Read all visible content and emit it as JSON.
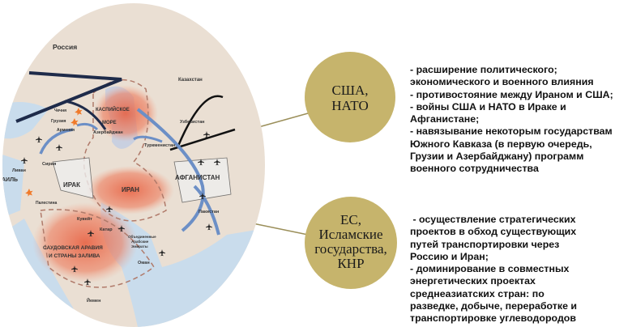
{
  "map": {
    "labels": {
      "russia": "Россия",
      "kazakhstan": "Казахстан",
      "caspian1": "КАСПИЙСКОЕ",
      "caspian2": "МОРЕ",
      "chechnya": "Чечня",
      "georgia": "Грузия",
      "armenia": "Армения",
      "azerbaijan": "Азербайджан",
      "uzbekistan": "Узбекистан",
      "turkmenistan": "Туркменистан",
      "syria": "Сирия",
      "lebanon": "Ливан",
      "israel": "АИЛЬ",
      "palestine": "Палестина",
      "iraq": "ИРАК",
      "iran": "ИРАН",
      "afghanistan": "АФГАНИСТАН",
      "pakistan": "Пакистан",
      "kuwait": "Кувейт",
      "qatar": "Катар",
      "uae1": "Объединенные",
      "uae2": "Арабские",
      "uae3": "Эмираты",
      "saudi1": "САУДОВСКАЯ АРАВИЯ",
      "saudi2": "И СТРАНЫ ЗАЛИВА",
      "oman": "Оман",
      "yemen": "Йемен"
    }
  },
  "actors": [
    {
      "name_line1": "США,",
      "name_line2": "НАТО",
      "name_line3": "",
      "name_line4": "",
      "points": [
        "- расширение политического;",
        "экономического и военного влияния",
        "- противостояние между Ираном и США;",
        "- войны США и НАТО в Ираке и",
        "Афганистане;",
        "- навязывание некоторым государствам",
        "Южного Кавказа (в первую очередь,",
        "Грузии и Азербайджану) программ",
        "военного сотрудничества"
      ]
    },
    {
      "name_line1": "ЕС,",
      "name_line2": "Исламские",
      "name_line3": "государства,",
      "name_line4": "КНР",
      "points": [
        " - осуществление стратегических",
        "проектов в обход существующих",
        "путей транспортировки через",
        "Россию и Иран;",
        "- доминирование в совместных",
        "энергетических проектах",
        "среднеазиатских стран: по",
        "разведке, добыче, переработке и",
        "транспортировке углеводородов"
      ]
    }
  ],
  "colors": {
    "circle": "#c6b46c",
    "land": "#eadfd3",
    "water": "#c9dcec",
    "hot": "#e8704f"
  }
}
